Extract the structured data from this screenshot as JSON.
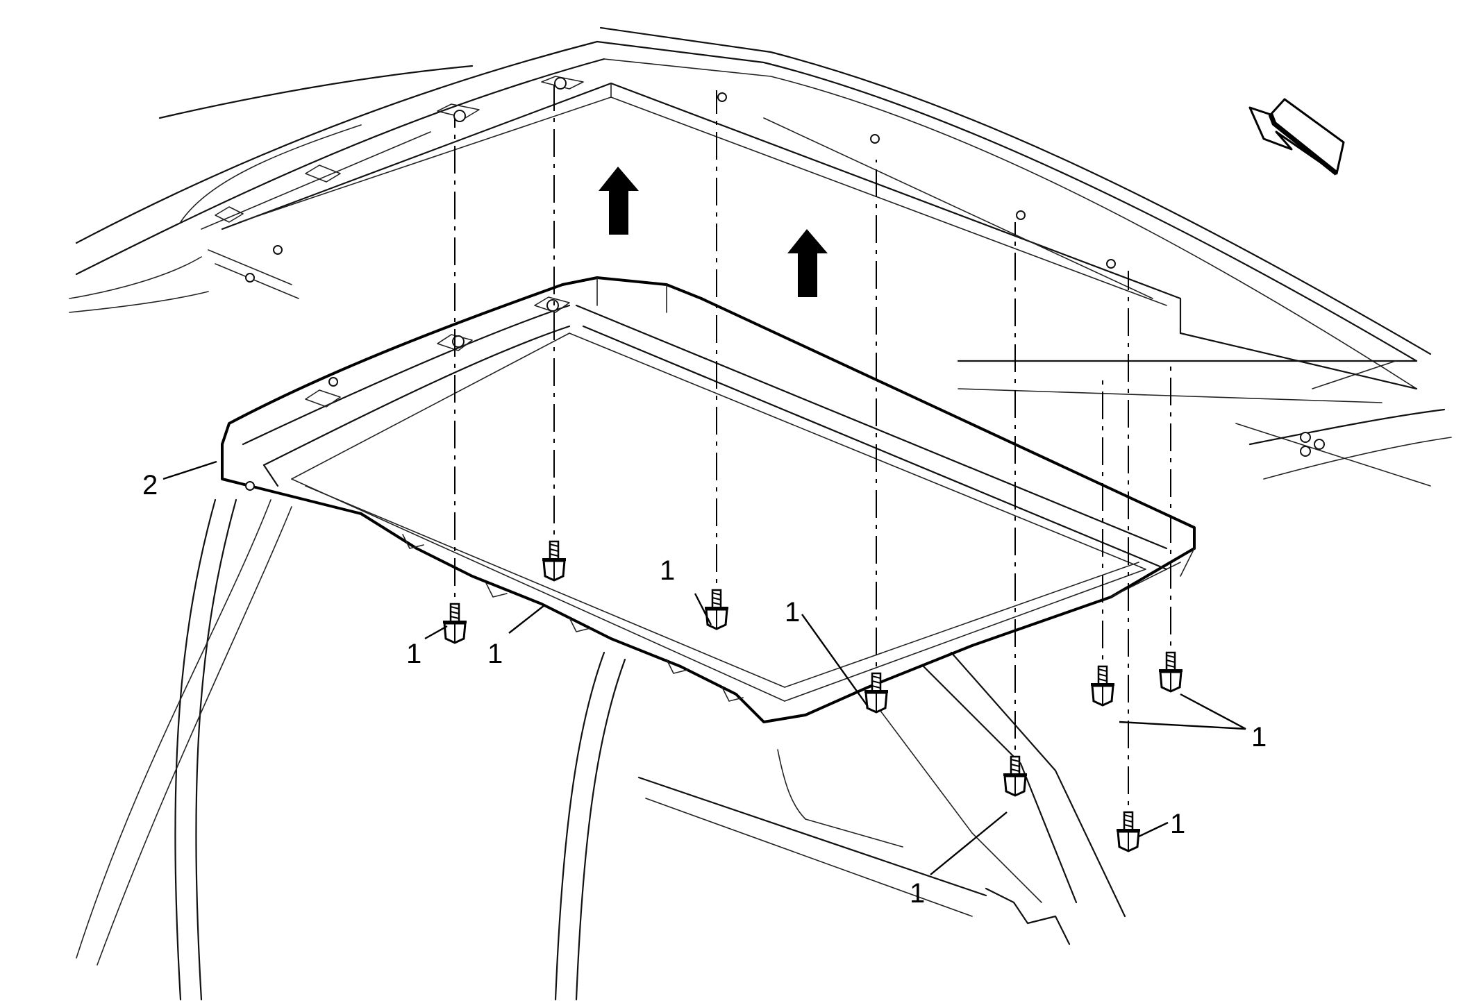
{
  "callouts": {
    "bolt_1": "1",
    "bolt_2": "1",
    "bolt_3": "1",
    "bolt_4": "1",
    "bolt_5": "1",
    "bolt_6": "1",
    "bolt_pair": "1",
    "frame": "2"
  },
  "icons": {
    "up_arrow": "up-arrow-icon",
    "vehicle_forward": "vehicle-front-arrow-icon"
  },
  "colors": {
    "line": "#111111",
    "background": "#ffffff"
  }
}
